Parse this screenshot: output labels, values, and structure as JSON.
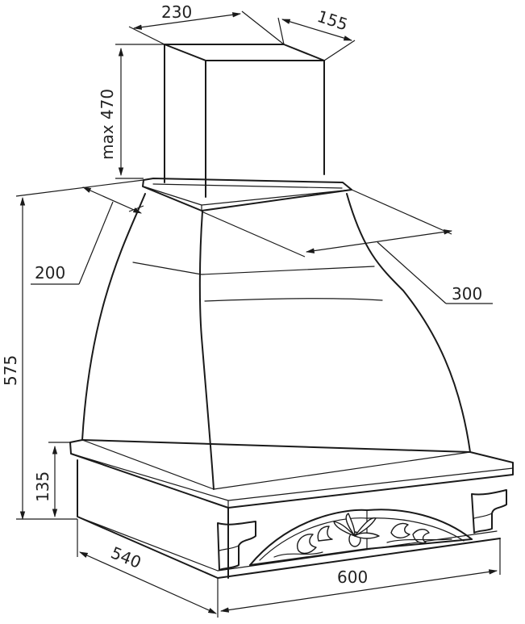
{
  "dimensions": {
    "chimney_width": "230",
    "chimney_depth": "155",
    "chimney_height": "max 470",
    "collar_depth": "200",
    "collar_width": "300",
    "overall_height": "575",
    "base_height": "135",
    "base_depth": "540",
    "base_width": "600"
  },
  "colors": {
    "line": "#1a1a1a",
    "background": "#ffffff"
  }
}
